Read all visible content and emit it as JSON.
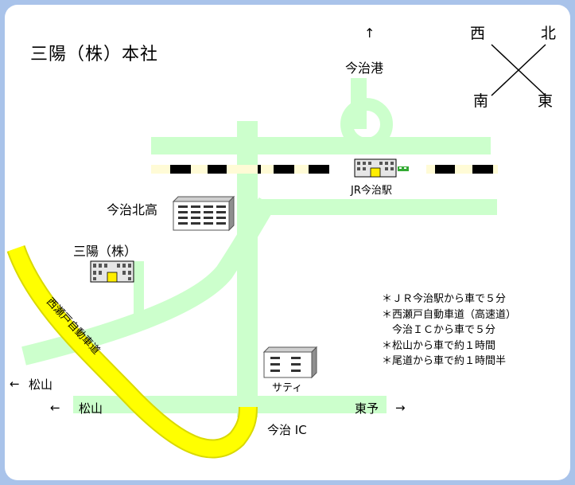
{
  "title": "三陽（株）本社",
  "colors": {
    "road": "#ccffcc",
    "expressway": "#ffff00",
    "expressway_outline": "#d9d900",
    "rail_dark": "#000000",
    "rail_light": "#fffbd6",
    "background": "#a9c3ea",
    "company_marker": "#ffee00"
  },
  "compass": {
    "north": "北",
    "east": "東",
    "south": "南",
    "west": "西"
  },
  "places": {
    "imabari_port": "今治港",
    "jr_imabari_station": "JR今治駅",
    "imabari_kita_high": "今治北高",
    "sanyo": "三陽（株）",
    "expressway": "西瀬戸自動車道",
    "sati": "サティ",
    "matsuyama_left": "松山",
    "matsuyama_road": "松山",
    "toyo": "東予",
    "imabari_ic": "今治 IC"
  },
  "arrows": {
    "up": "↑",
    "left_a": "←",
    "left_b": "←",
    "right": "→"
  },
  "icons": {
    "station_building": "station-building-icon",
    "school_building": "school-building-icon",
    "company_building": "company-building-icon",
    "store_building": "store-building-icon",
    "train": "train-icon"
  },
  "notes": [
    "＊ＪＲ今治駅から車で５分",
    "＊西瀬戸自動車道（高速道）",
    "　今治ＩＣから車で５分",
    "＊松山から車で約１時間",
    "＊尾道から車で約１時間半"
  ]
}
